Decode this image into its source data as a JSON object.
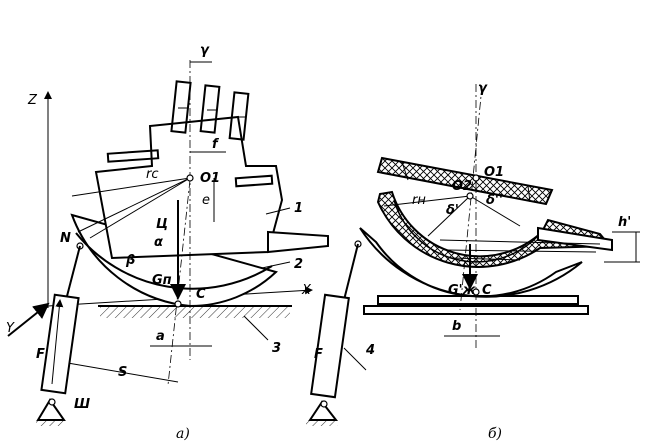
{
  "figure_a": {
    "caption": "а)",
    "labels": {
      "z_axis": "Z",
      "x_axis": "X",
      "y_force": "Y",
      "f_force": "F",
      "n_point": "N",
      "rc": "rс",
      "o1": "O1",
      "gamma": "γ",
      "f_small": "f",
      "e": "e",
      "c_center": "Ц",
      "alpha": "α",
      "beta": "β",
      "gn": "Gп",
      "c_point": "C",
      "a": "a",
      "s": "S",
      "sh": "Ш",
      "num1": "1",
      "num2": "2",
      "num3": "3"
    }
  },
  "figure_b": {
    "caption": "б)",
    "labels": {
      "gamma": "γ",
      "o1": "O1",
      "o2": "O2",
      "rh": "rн",
      "delta1": "δ'",
      "delta2": "δ''",
      "h": "h'",
      "gzh": "G'ж",
      "c_point": "C",
      "b": "b",
      "f_force": "F",
      "num4": "4"
    }
  }
}
